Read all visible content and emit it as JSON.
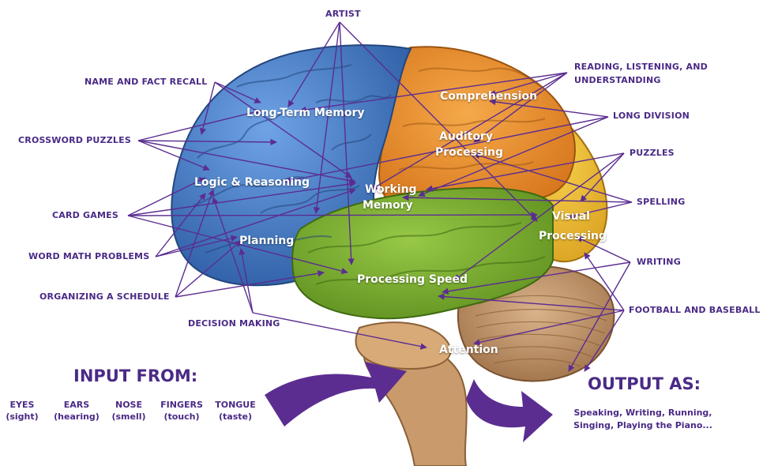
{
  "regions": {
    "long_term_memory": "Long-Term Memory",
    "logic_reasoning": "Logic & Reasoning",
    "planning": "Planning",
    "comprehension": "Comprehension",
    "auditory_processing_1": "Auditory",
    "auditory_processing_2": "Processing",
    "working_memory_1": "Working",
    "working_memory_2": "Memory",
    "visual_processing_1": "Visual",
    "visual_processing_2": "Processing",
    "processing_speed": "Processing Speed",
    "attention": "Attention"
  },
  "activities_left": {
    "name_fact_recall": "NAME AND FACT RECALL",
    "crossword": "CROSSWORD PUZZLES",
    "card_games": "CARD GAMES",
    "word_math": "WORD MATH PROBLEMS",
    "organizing": "ORGANIZING A SCHEDULE",
    "decision": "DECISION MAKING"
  },
  "activities_top": {
    "artist": "ARTIST"
  },
  "activities_right": {
    "reading_1": "READING, LISTENING, AND",
    "reading_2": "UNDERSTANDING",
    "long_division": "LONG DIVISION",
    "puzzles": "PUZZLES",
    "spelling": "SPELLING",
    "writing": "WRITING",
    "football": "FOOTBALL AND BASEBALL"
  },
  "input": {
    "heading": "INPUT FROM:",
    "senses": [
      {
        "name": "EYES",
        "detail": "(sight)"
      },
      {
        "name": "EARS",
        "detail": "(hearing)"
      },
      {
        "name": "NOSE",
        "detail": "(smell)"
      },
      {
        "name": "FINGERS",
        "detail": "(touch)"
      },
      {
        "name": "TONGUE",
        "detail": "(taste)"
      }
    ]
  },
  "output": {
    "heading": "OUTPUT AS:",
    "line1": "Speaking, Writing, Running,",
    "line2": "Singing, Playing the Piano..."
  },
  "colors": {
    "label_purple": "#4a2a86",
    "arrow_purple": "#5b2d91",
    "frontal_blue": "#3f78c3",
    "temporal_orange": "#e88a22",
    "occipital_yellow": "#e9b526",
    "limbic_green": "#79ad2c",
    "cerebellum_tan": "#b98c64",
    "brainstem": "#c99a6b"
  }
}
